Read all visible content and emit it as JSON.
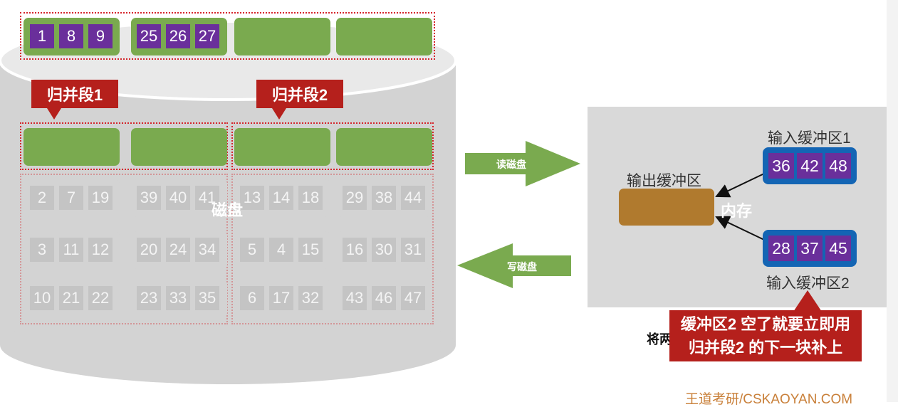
{
  "disk": {
    "label": "磁盘",
    "top_blocks": [
      [
        "1",
        "8",
        "9"
      ],
      [
        "25",
        "26",
        "27"
      ],
      [],
      []
    ],
    "segment1_label": "归并段1",
    "segment2_label": "归并段2",
    "rows": [
      [
        [
          "2",
          "7",
          "19"
        ],
        [
          "39",
          "40",
          "41"
        ],
        [
          "13",
          "14",
          "18"
        ],
        [
          "29",
          "38",
          "44"
        ]
      ],
      [
        [
          "3",
          "11",
          "12"
        ],
        [
          "20",
          "24",
          "34"
        ],
        [
          "5",
          "4",
          "15"
        ],
        [
          "16",
          "30",
          "31"
        ]
      ],
      [
        [
          "10",
          "21",
          "22"
        ],
        [
          "23",
          "33",
          "35"
        ],
        [
          "6",
          "17",
          "32"
        ],
        [
          "43",
          "46",
          "47"
        ]
      ]
    ]
  },
  "arrows": {
    "read_label": "读磁盘",
    "write_label": "写磁盘"
  },
  "memory": {
    "label": "内存",
    "output_buffer_label": "输出缓冲区",
    "input_buffer1_label": "输入缓冲区1",
    "input_buffer2_label": "输入缓冲区2",
    "input_buffer1": [
      "36",
      "42",
      "48"
    ],
    "input_buffer2": [
      "28",
      "37",
      "45"
    ]
  },
  "partial_text": "将两",
  "note": {
    "line1": "缓冲区2 空了就要立即用",
    "line2": "归并段2 的下一块补上"
  },
  "footer": "王道考研/CSKAOYAN.COM",
  "colors": {
    "green_block": "#7aaa4f",
    "purple_cell": "#6a2f9b",
    "callout_red": "#b5201c",
    "buffer_blue": "#1465b4",
    "output_brown": "#b07a2e",
    "memory_gray": "#d9d9d9",
    "disk_gray": "#d3d3d3"
  }
}
